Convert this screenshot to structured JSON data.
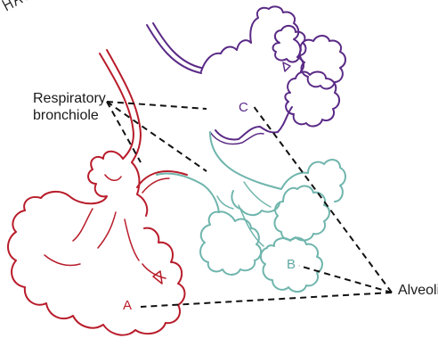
{
  "labels": {
    "respiratory_line1": "Respiratory",
    "respiratory_line2": "bronchiole",
    "alveoli": "Alveoli",
    "a": "A",
    "b": "B",
    "c": "C"
  },
  "signature": "HAUGH",
  "colors": {
    "a_structure": "#b81c2a",
    "b_structure": "#6fb5ad",
    "c_structure": "#5a2a86",
    "leader_lines": "#111111"
  }
}
